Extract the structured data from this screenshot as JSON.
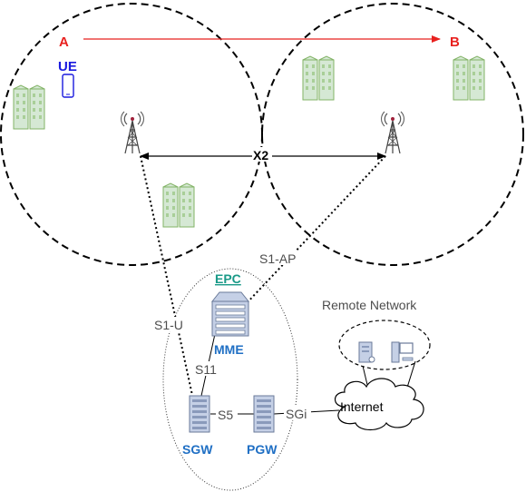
{
  "labels": {
    "point_a": "A",
    "point_b": "B",
    "ue": "UE",
    "x2": "X2",
    "s1_ap": "S1-AP",
    "s1_u": "S1-U",
    "epc": "EPC",
    "mme": "MME",
    "s11": "S11",
    "s5": "S5",
    "sgi": "SGi",
    "sgw": "SGW",
    "pgw": "PGW",
    "internet": "Internet",
    "remote_network": "Remote Network"
  },
  "colors": {
    "route_arrow": "#e8211f",
    "point_label": "#e8211f",
    "ue_label": "#1a1adf",
    "node_label": "#1f6fc4",
    "epc_label": "#1a9a88",
    "building_fill": "#d5e8d4",
    "building_stroke": "#82b366",
    "link_label": "#4d4d4d",
    "server_fill": "#c5d0e6"
  }
}
